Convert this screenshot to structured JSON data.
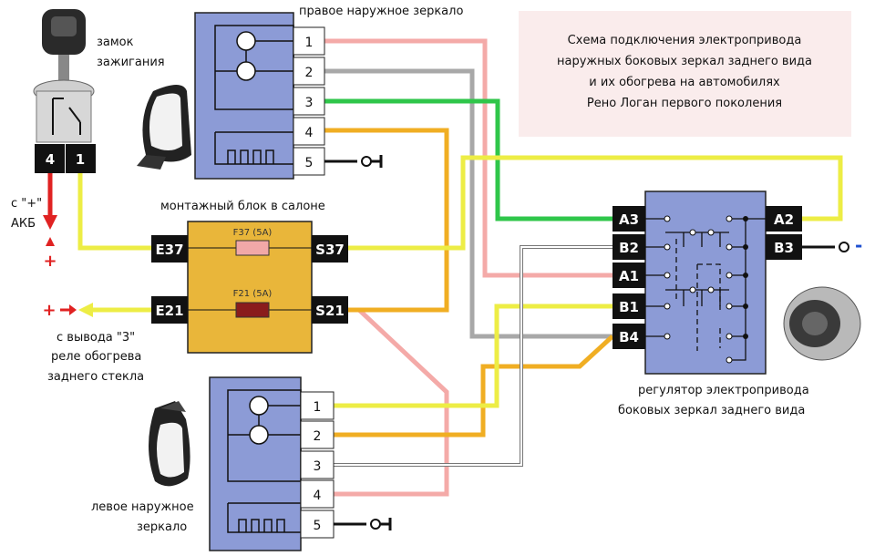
{
  "title_lines": [
    "Схема подключения электропривода",
    "наружных боковых зеркал заднего вида",
    "и их обогрева на автомобилях",
    "Рено Логан первого поколения"
  ],
  "ignition": {
    "label_line1": "замок",
    "label_line2": "зажигания",
    "pins": [
      "4",
      "1"
    ],
    "akb_line1": "с \"+\"",
    "akb_line2": "АКБ",
    "plus": "+"
  },
  "right_mirror": {
    "label": "правое наружное зеркало",
    "pins": [
      "1",
      "2",
      "3",
      "4",
      "5"
    ]
  },
  "left_mirror": {
    "label_line1": "левое наружное",
    "label_line2": "зеркало",
    "pins": [
      "1",
      "2",
      "3",
      "4",
      "5"
    ]
  },
  "mount_block": {
    "label": "монтажный блок в салоне",
    "left_pins": [
      "E37",
      "E21"
    ],
    "right_pins": [
      "S37",
      "S21"
    ],
    "fuses": [
      "F37 (5A)",
      "F21 (5A)"
    ]
  },
  "relay_note": {
    "arrow": "+",
    "line1": "с вывода \"3\"",
    "line2": "реле обогрева",
    "line3": "заднего стекла"
  },
  "regulator": {
    "left_pins": [
      "A3",
      "B2",
      "A1",
      "B1",
      "B4"
    ],
    "right_pins": [
      "A2",
      "B3"
    ],
    "label_line1": "регулятор электропривода",
    "label_line2": "боковых зеркал заднего вида",
    "minus": "-"
  },
  "colors": {
    "pink": "#f4aaa8",
    "gray": "#a8a8a8",
    "green": "#2fc64a",
    "orange": "#f0ae23",
    "yellow": "#eded45",
    "red": "#e02222",
    "blue_box": "#8c9bd6",
    "fuse_block": "#e9b63a"
  }
}
